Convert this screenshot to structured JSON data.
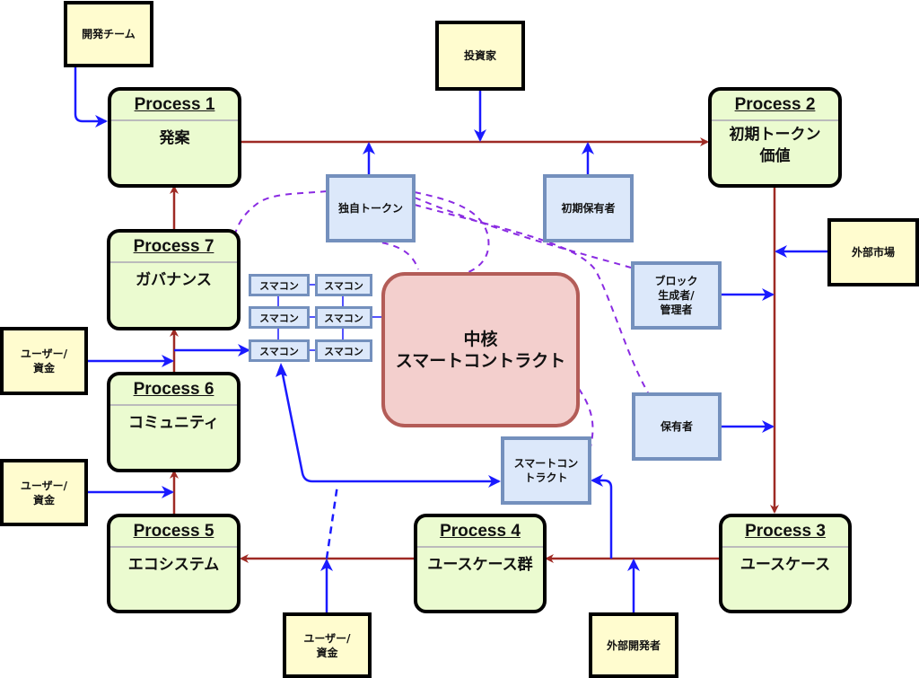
{
  "diagram": {
    "colors": {
      "process_fill": "#ebfbd0",
      "actor_fill": "#fffccf",
      "entity_fill": "#dce8fa",
      "entity_border": "#7490bd",
      "core_fill": "#f3cfcd",
      "core_border": "#b35c57",
      "flow_line": "#9e2a24",
      "input_arrow": "#1a1aff",
      "dashed_link": "#8a2be2"
    },
    "processes": [
      {
        "id": "p1",
        "title": "Process 1",
        "label": "発案"
      },
      {
        "id": "p2",
        "title": "Process 2",
        "label": "初期トークン\n価値"
      },
      {
        "id": "p3",
        "title": "Process 3",
        "label": "ユースケース"
      },
      {
        "id": "p4",
        "title": "Process 4",
        "label": "ユースケース群"
      },
      {
        "id": "p5",
        "title": "Process 5",
        "label": "エコシステム"
      },
      {
        "id": "p6",
        "title": "Process 6",
        "label": "コミュニティ"
      },
      {
        "id": "p7",
        "title": "Process 7",
        "label": "ガバナンス"
      }
    ],
    "actors": [
      {
        "id": "dev_team",
        "label": "開発チーム"
      },
      {
        "id": "investor",
        "label": "投資家"
      },
      {
        "id": "ext_market",
        "label": "外部市場"
      },
      {
        "id": "user_funds_1",
        "label": "ユーザー/\n資金"
      },
      {
        "id": "user_funds_2",
        "label": "ユーザー/\n資金"
      },
      {
        "id": "user_funds_3",
        "label": "ユーザー/\n資金"
      },
      {
        "id": "ext_dev",
        "label": "外部開発者"
      }
    ],
    "entities": [
      {
        "id": "own_token",
        "label": "独自トークン"
      },
      {
        "id": "initial_holders",
        "label": "初期保有者"
      },
      {
        "id": "block_producers",
        "label": "ブロック\n生成者/\n管理者"
      },
      {
        "id": "holders",
        "label": "保有者"
      },
      {
        "id": "smart_contract",
        "label": "スマートコン\nトラクト"
      }
    ],
    "core": {
      "label": "中核\nスマートコントラクト"
    },
    "smacon_grid": [
      "スマコン",
      "スマコン",
      "スマコン",
      "スマコン",
      "スマコン",
      "スマコン"
    ]
  }
}
